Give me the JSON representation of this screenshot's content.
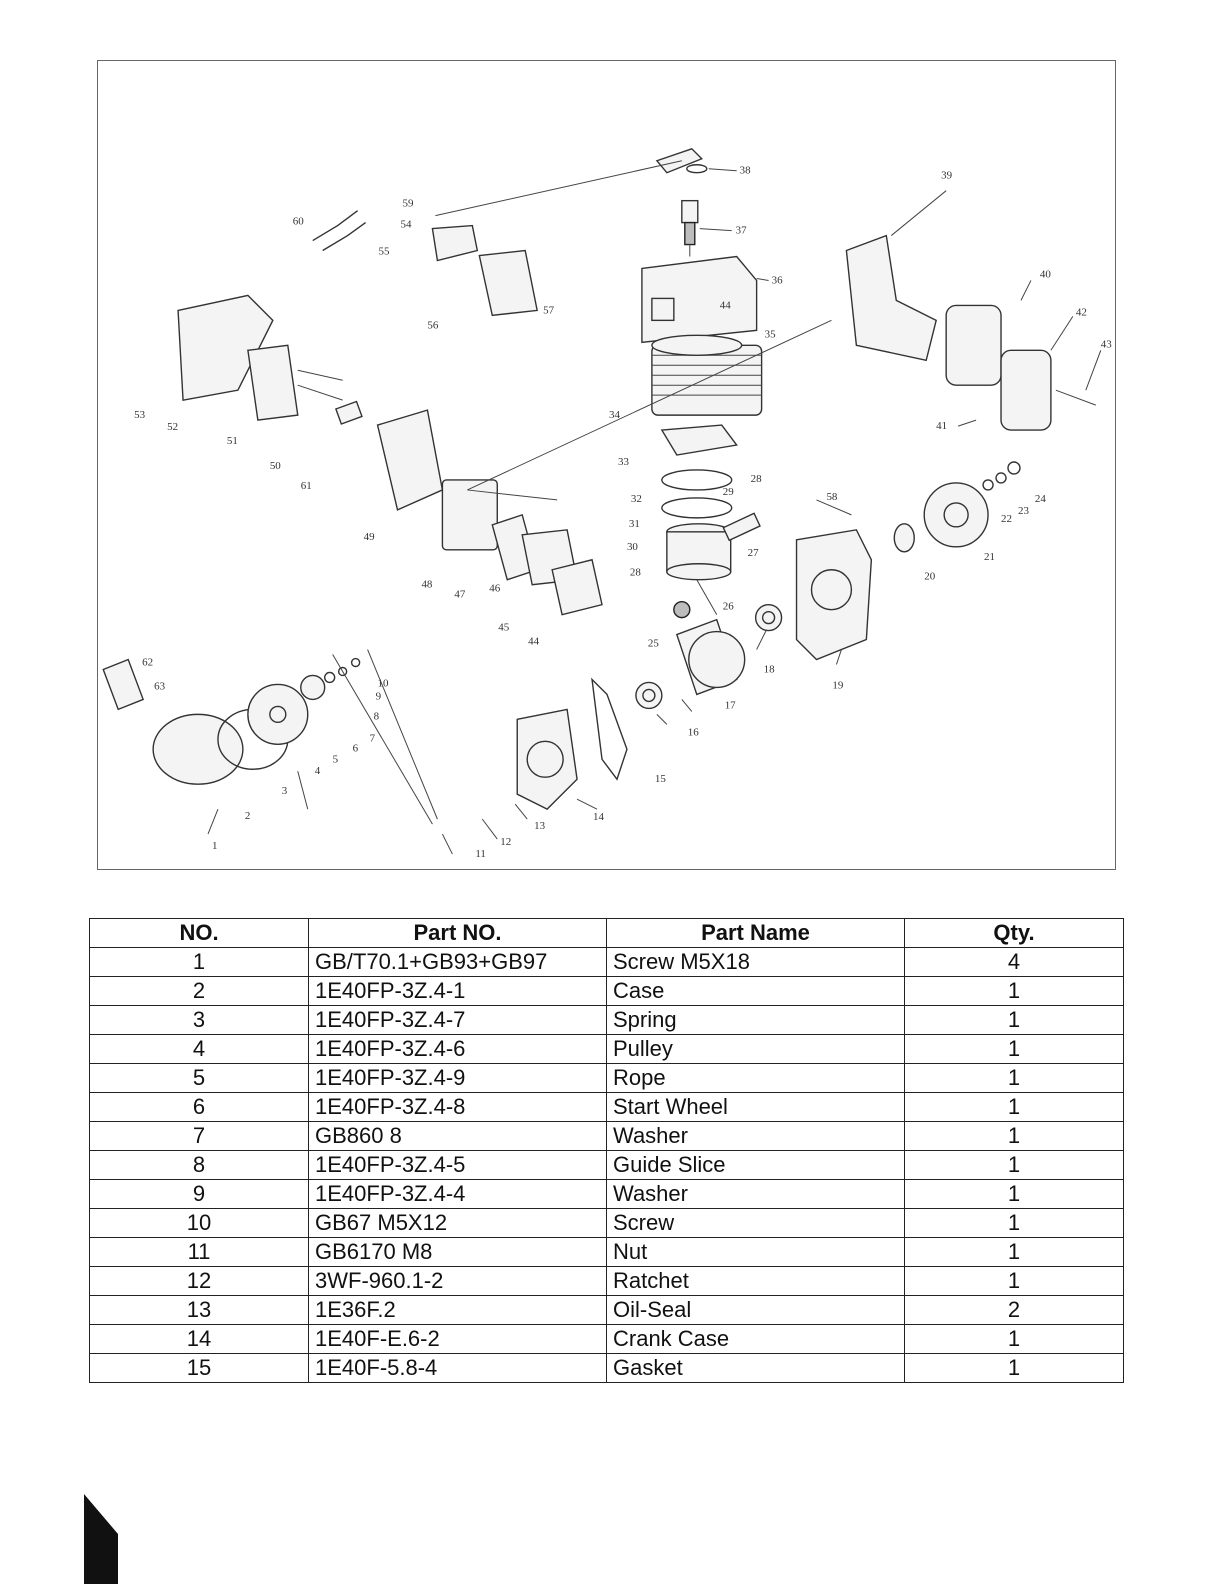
{
  "diagram": {
    "callouts": [
      {
        "n": "1"
      },
      {
        "n": "2"
      },
      {
        "n": "3"
      },
      {
        "n": "4"
      },
      {
        "n": "5"
      },
      {
        "n": "6"
      },
      {
        "n": "7"
      },
      {
        "n": "8"
      },
      {
        "n": "9"
      },
      {
        "n": "10"
      },
      {
        "n": "11"
      },
      {
        "n": "12"
      },
      {
        "n": "13"
      },
      {
        "n": "14"
      },
      {
        "n": "15"
      },
      {
        "n": "16"
      },
      {
        "n": "17"
      },
      {
        "n": "18"
      },
      {
        "n": "19"
      },
      {
        "n": "20"
      },
      {
        "n": "21"
      },
      {
        "n": "22"
      },
      {
        "n": "23"
      },
      {
        "n": "24"
      },
      {
        "n": "25"
      },
      {
        "n": "26"
      },
      {
        "n": "27"
      },
      {
        "n": "28"
      },
      {
        "n": "28"
      },
      {
        "n": "29"
      },
      {
        "n": "30"
      },
      {
        "n": "31"
      },
      {
        "n": "32"
      },
      {
        "n": "33"
      },
      {
        "n": "34"
      },
      {
        "n": "35"
      },
      {
        "n": "36"
      },
      {
        "n": "37"
      },
      {
        "n": "38"
      },
      {
        "n": "39"
      },
      {
        "n": "40"
      },
      {
        "n": "41"
      },
      {
        "n": "42"
      },
      {
        "n": "43"
      },
      {
        "n": "44"
      },
      {
        "n": "44"
      },
      {
        "n": "45"
      },
      {
        "n": "46"
      },
      {
        "n": "47"
      },
      {
        "n": "48"
      },
      {
        "n": "49"
      },
      {
        "n": "50"
      },
      {
        "n": "51"
      },
      {
        "n": "52"
      },
      {
        "n": "53"
      },
      {
        "n": "54"
      },
      {
        "n": "55"
      },
      {
        "n": "56"
      },
      {
        "n": "57"
      },
      {
        "n": "58"
      },
      {
        "n": "59"
      },
      {
        "n": "60"
      },
      {
        "n": "61"
      },
      {
        "n": "62"
      },
      {
        "n": "63"
      }
    ]
  },
  "table": {
    "headers": [
      "NO.",
      "Part NO.",
      "Part Name",
      "Qty."
    ],
    "rows": [
      [
        "1",
        "GB/T70.1+GB93+GB97",
        "Screw M5X18",
        "4"
      ],
      [
        "2",
        "1E40FP-3Z.4-1",
        "Case",
        "1"
      ],
      [
        "3",
        "1E40FP-3Z.4-7",
        "Spring",
        "1"
      ],
      [
        "4",
        "1E40FP-3Z.4-6",
        "Pulley",
        "1"
      ],
      [
        "5",
        "1E40FP-3Z.4-9",
        "Rope",
        "1"
      ],
      [
        "6",
        "1E40FP-3Z.4-8",
        "Start Wheel",
        "1"
      ],
      [
        "7",
        "GB860  8",
        "Washer",
        "1"
      ],
      [
        "8",
        "1E40FP-3Z.4-5",
        "Guide Slice",
        "1"
      ],
      [
        "9",
        "1E40FP-3Z.4-4",
        "Washer",
        "1"
      ],
      [
        "10",
        "GB67  M5X12",
        "Screw",
        "1"
      ],
      [
        "11",
        "GB6170 M8",
        "Nut",
        "1"
      ],
      [
        "12",
        "3WF-960.1-2",
        "Ratchet",
        "1"
      ],
      [
        "13",
        "1E36F.2",
        "Oil-Seal",
        "2"
      ],
      [
        "14",
        "1E40F-E.6-2",
        "Crank Case",
        "1"
      ],
      [
        "15",
        "1E40F-5.8-4",
        "Gasket",
        "1"
      ]
    ]
  }
}
